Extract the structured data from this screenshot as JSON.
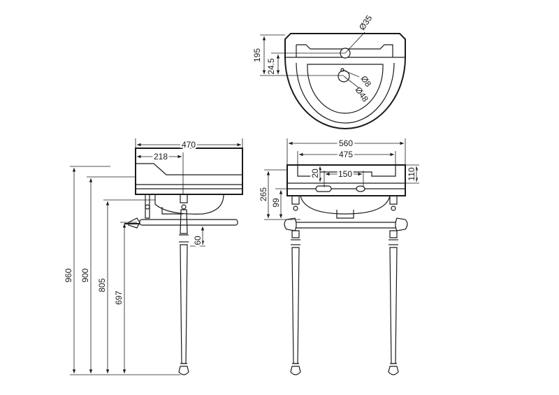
{
  "side_view": {
    "width_total": "470",
    "width_front": "218",
    "height_total": "960",
    "height_rim": "900",
    "height_bowl_base": "805",
    "height_towel_rail": "697",
    "rail_offset": "60"
  },
  "front_view": {
    "width_total": "560",
    "width_bowl": "475",
    "tap_centres": "150",
    "tap_rise": "20",
    "deck_height": "110",
    "basin_depth": "265",
    "overflow_height": "99"
  },
  "top_view": {
    "depth_total": "195",
    "tap_offset": "24.5",
    "tap_hole_dia": "Ø35",
    "overflow_dia": "Ø8",
    "waste_dia": "Ø48"
  }
}
